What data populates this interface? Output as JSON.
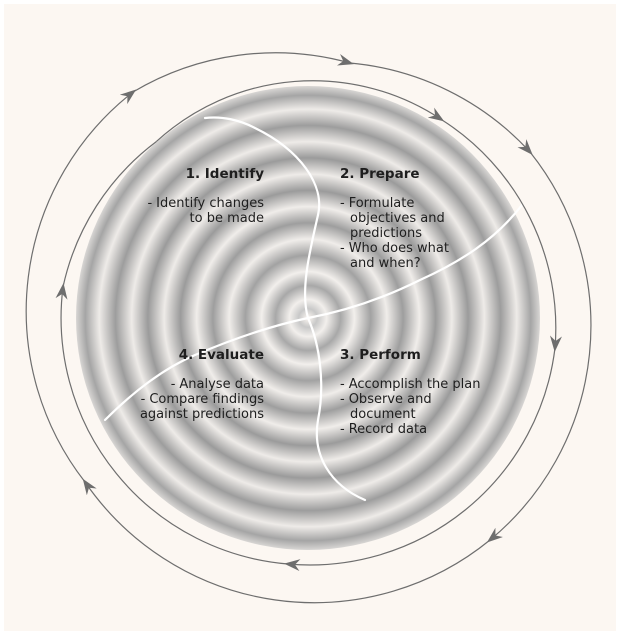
{
  "colors": {
    "background": "#fcf7f2",
    "ring_dark": "#9b9b9b",
    "ring_light": "#e6e4e2",
    "arrow": "#6e6e6e",
    "divider": "#ffffff",
    "text": "#1e1e1e"
  },
  "quadrants": {
    "identify": {
      "title": "1. Identify",
      "items": [
        {
          "dash": "-",
          "lines": [
            "Identify changes",
            "to be made"
          ]
        }
      ]
    },
    "prepare": {
      "title": "2. Prepare",
      "items": [
        {
          "dash": "-",
          "lines": [
            "Formulate",
            "objectives and",
            "predictions"
          ]
        },
        {
          "dash": "-",
          "lines": [
            "Who does what",
            "and when?"
          ]
        }
      ]
    },
    "perform": {
      "title": "3. Perform",
      "items": [
        {
          "dash": "-",
          "lines": [
            "Accomplish the plan"
          ]
        },
        {
          "dash": "-",
          "lines": [
            "Observe and",
            "document"
          ]
        },
        {
          "dash": "-",
          "lines": [
            "Record data"
          ]
        }
      ]
    },
    "evaluate": {
      "title": "4. Evaluate",
      "items": [
        {
          "dash": "-",
          "lines": [
            "Analyse data"
          ]
        },
        {
          "dash": "-",
          "lines": [
            "Compare findings",
            "against predictions"
          ]
        }
      ]
    }
  },
  "icons": [
    "arrowhead-icon"
  ]
}
